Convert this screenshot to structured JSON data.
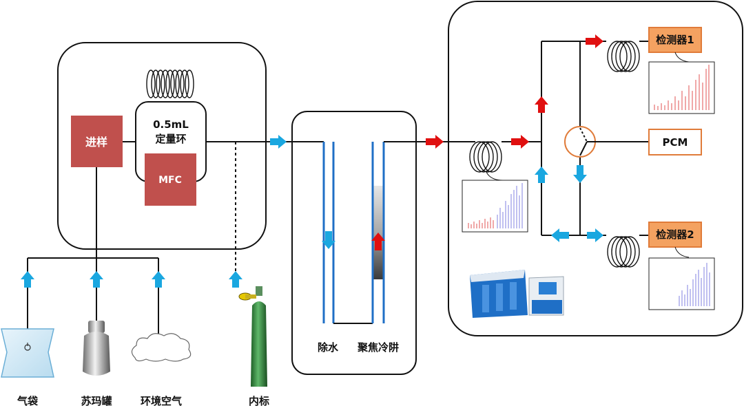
{
  "sources": [
    {
      "label": "气袋"
    },
    {
      "label": "苏玛罐"
    },
    {
      "label": "环境空气"
    },
    {
      "label": "内标"
    }
  ],
  "sampling_unit": {
    "inject_label": "进样",
    "loop_volume": "0.5mL",
    "loop_label": "定量环",
    "mfc_label": "MFC"
  },
  "trap_unit": {
    "water_removal_label": "除水",
    "cold_trap_label": "聚焦冷阱"
  },
  "gc_unit": {
    "detector1_label": "检测器1",
    "detector2_label": "检测器2",
    "pcm_label": "PCM"
  },
  "colors": {
    "red_box": "#c0504d",
    "orange_box": "#f4a261",
    "orange_border": "#e07b39",
    "blue_arrow": "#1aa7e0",
    "red_arrow": "#e01010",
    "trap_blue": "#1f6fc6",
    "cylinder_green": "#2f8a3a"
  }
}
